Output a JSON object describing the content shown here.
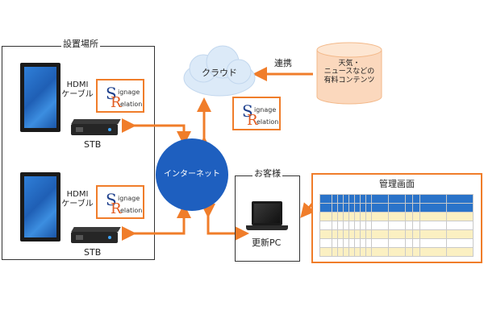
{
  "installation": {
    "label": "設置場所",
    "hdmi_line1": "HDMI",
    "hdmi_line2": "ケーブル",
    "stb_label": "STB"
  },
  "logo": {
    "initial_s": "S",
    "rest_s": "ignage",
    "initial_r": "R",
    "rest_r": "elation"
  },
  "cloud": {
    "label": "クラウド"
  },
  "link": {
    "label": "連携"
  },
  "content_db": {
    "line1": "天気・",
    "line2": "ニュースなどの",
    "line3": "有料コンテンツ"
  },
  "internet": {
    "label": "インターネット"
  },
  "customer": {
    "label": "お客様",
    "pc_label": "更新PC"
  },
  "management": {
    "title": "管理画面"
  },
  "colors": {
    "orange": "#f07d2a",
    "blue": "#1e5fbf",
    "cloud": "#dceaf8"
  }
}
